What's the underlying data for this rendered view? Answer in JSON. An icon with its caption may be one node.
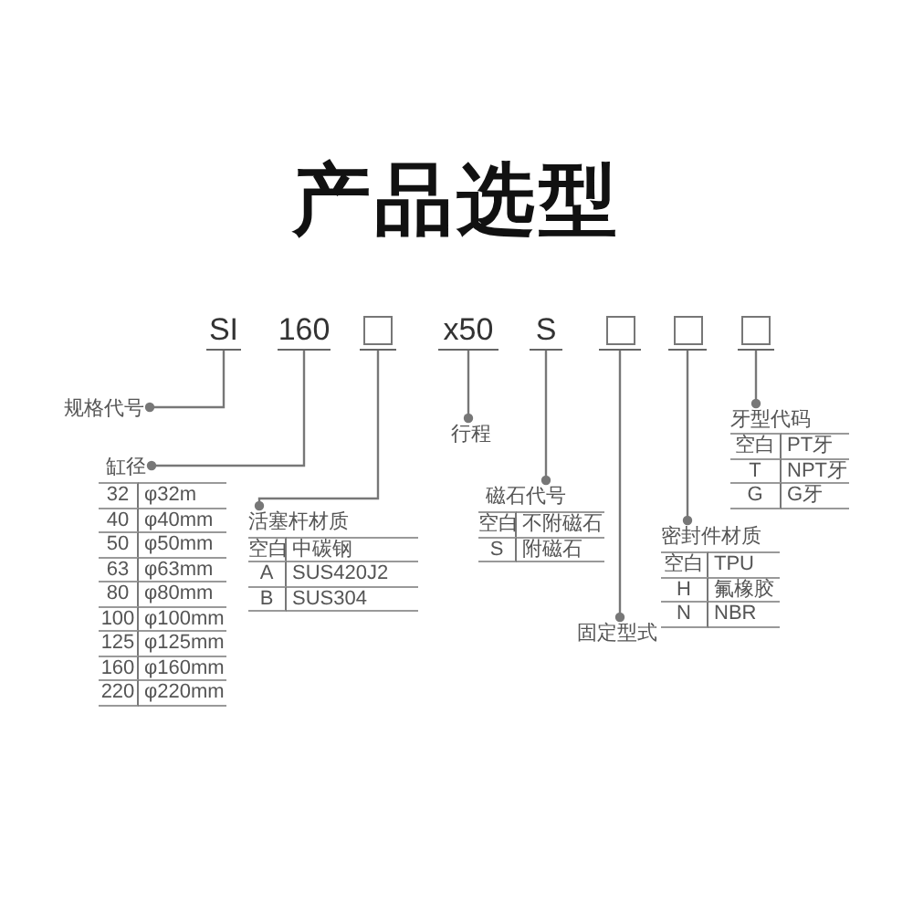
{
  "diagram": {
    "title": "产品选型",
    "nodes": [
      {
        "text": [
          "SI"
        ]
      },
      {
        "text": [
          "160"
        ]
      },
      {
        "text": [],
        "shape": "box"
      },
      {
        "text": [
          "x50"
        ]
      },
      {
        "text": [
          "S"
        ]
      },
      {
        "text": [],
        "shape": "box"
      },
      {
        "text": [],
        "shape": "box"
      },
      {
        "text": [],
        "shape": "box"
      },
      {
        "text": [
          "规格代号"
        ]
      },
      {
        "text": [
          "缸径"
        ]
      },
      {
        "text": [
          "活塞杆材质"
        ]
      },
      {
        "text": [
          "行程"
        ]
      },
      {
        "text": [
          "磁石代号"
        ]
      },
      {
        "text": [
          "固定型式"
        ]
      },
      {
        "text": [
          "密封件材质"
        ]
      },
      {
        "text": [
          "牙型代码"
        ]
      }
    ],
    "edges": [
      {
        "from": 0,
        "to": 8,
        "arrow": "other"
      },
      {
        "from": 1,
        "to": 9,
        "arrow": "other"
      },
      {
        "from": 2,
        "to": 10,
        "arrow": "other"
      },
      {
        "from": 3,
        "to": 11,
        "arrow": "other"
      },
      {
        "from": 4,
        "to": 12,
        "arrow": "other"
      },
      {
        "from": 5,
        "to": 13,
        "arrow": "other"
      },
      {
        "from": 6,
        "to": 14,
        "arrow": "other"
      },
      {
        "from": 7,
        "to": 15,
        "arrow": "other"
      }
    ],
    "labels": [
      "32",
      "φ32m",
      "40",
      "φ40mm",
      "50",
      "φ50mm",
      "63",
      "φ63mm",
      "80",
      "φ80mm",
      "100",
      "φ100mm",
      "125",
      "φ125mm",
      "160",
      "φ160mm",
      "220",
      "φ220mm",
      "空白",
      "中碳钢",
      "A",
      "SUS420J2",
      "B",
      "SUS304",
      "空白",
      "不附磁石",
      "S",
      "附磁石",
      "空白",
      "TPU",
      "H",
      "氟橡胶",
      "N",
      "NBR",
      "空白",
      "PT牙",
      "T",
      "NPT牙",
      "G",
      "G牙"
    ]
  }
}
